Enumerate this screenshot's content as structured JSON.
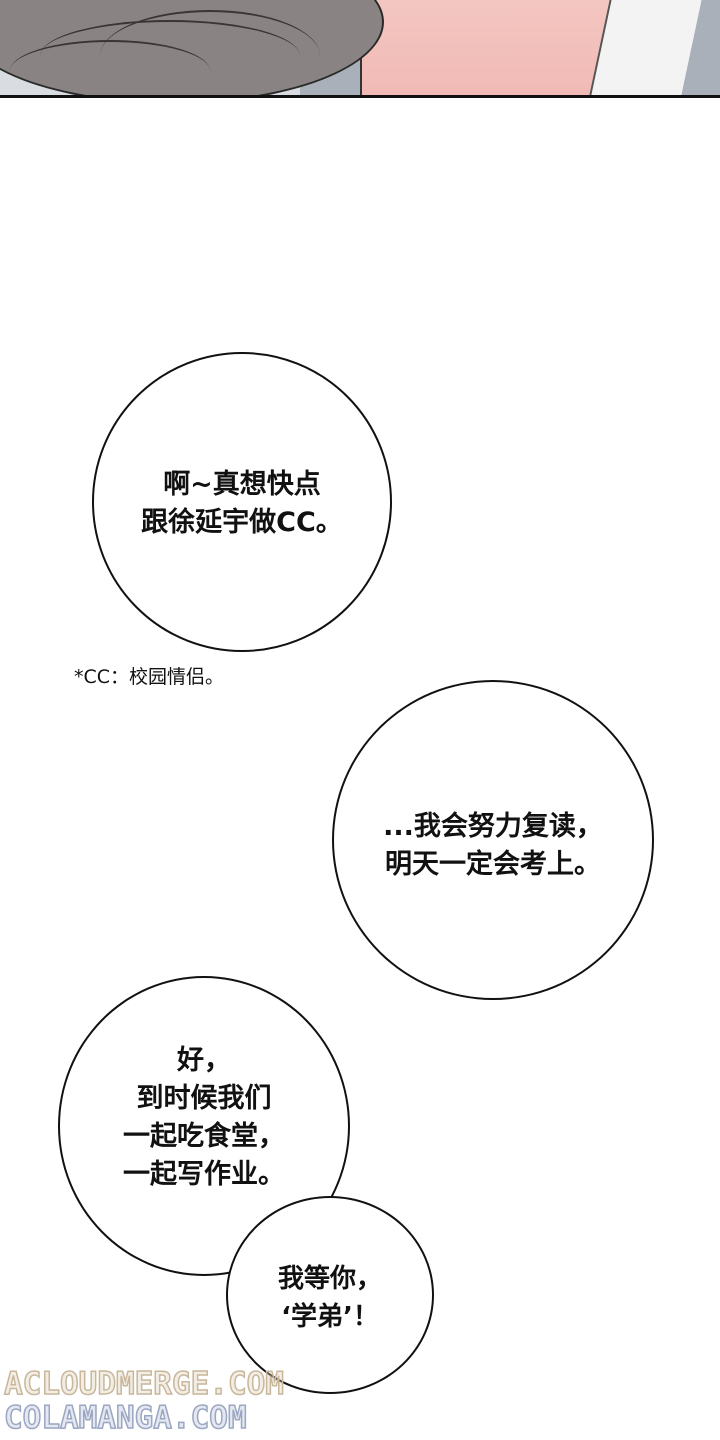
{
  "bubbles": [
    {
      "text": "啊~真想快点\n跟徐延宇做CC。"
    },
    {
      "text": "...我会努力复读，\n明天一定会考上。"
    },
    {
      "text": "好，\n到时候我们\n一起吃食堂，\n一起写作业。"
    },
    {
      "text": "我等你，\n‘学弟’！"
    }
  ],
  "footnote": "*CC：校园情侣。",
  "watermarks": [
    "ACLOUDMERGE.COM",
    "COLAMANGA.COM"
  ]
}
